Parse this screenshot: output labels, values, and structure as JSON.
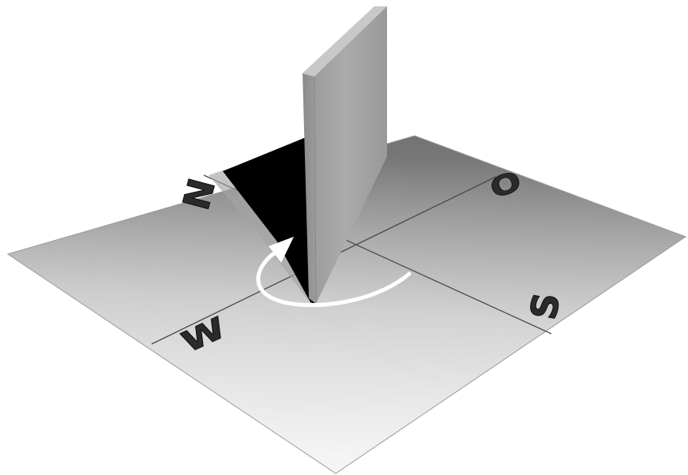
{
  "directions": {
    "north": "N",
    "east": "O",
    "south": "S",
    "west": "W"
  },
  "colors": {
    "plate_light": "#f2f2f2",
    "plate_dark": "#6e6e6e",
    "shadow": "#000000",
    "wall_face": "#a9a9a9",
    "wall_edge": "#7d7d7d",
    "arrow": "#ffffff",
    "letters": "#2b2b2b"
  },
  "icons": {
    "rotation": "curved-arrow-icon"
  }
}
